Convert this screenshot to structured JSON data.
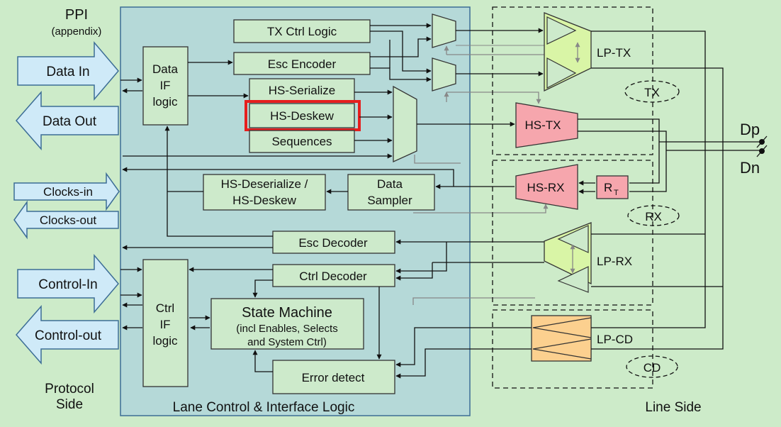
{
  "colors": {
    "background": "#cdebc9",
    "lane_panel": "#b5d9d8",
    "block_fill": "#cdeacb",
    "arrow_fill": "#cfeaf8",
    "lp_buffer": "#d9f5a6",
    "hs_buffer": "#f6a6ad",
    "cd_buffer": "#fcd08f",
    "highlight": "#e61e1e",
    "line": "#111111",
    "feedback_line": "#888888"
  },
  "left": {
    "ppi_title": "PPI",
    "ppi_sub": "(appendix)",
    "data_in": "Data In",
    "data_out": "Data Out",
    "clocks_in": "Clocks-in",
    "clocks_out": "Clocks-out",
    "control_in": "Control-In",
    "control_out": "Control-out",
    "protocol_line1": "Protocol",
    "protocol_line2": "Side"
  },
  "lane": {
    "title": "Lane Control & Interface Logic",
    "data_if": [
      "Data",
      "IF",
      "logic"
    ],
    "ctrl_if": [
      "Ctrl",
      "IF",
      "logic"
    ],
    "tx_ctrl": "TX Ctrl Logic",
    "esc_encoder": "Esc Encoder",
    "hs_serialize": "HS-Serialize",
    "hs_deskew": "HS-Deskew",
    "sequences": "Sequences",
    "hs_deser_1": "HS-Deserialize /",
    "hs_deser_2": "HS-Deskew",
    "sampler_1": "Data",
    "sampler_2": "Sampler",
    "esc_decoder": "Esc Decoder",
    "ctrl_decoder": "Ctrl Decoder",
    "sm_title": "State Machine",
    "sm_line2": "(incl Enables, Selects",
    "sm_line3": "and System Ctrl)",
    "error_detect": "Error detect"
  },
  "line": {
    "lp_tx": "LP-TX",
    "tx": "TX",
    "hs_tx": "HS-TX",
    "hs_rx": "HS-RX",
    "rt": "R",
    "rt_sub": "T",
    "rx": "RX",
    "lp_rx": "LP-RX",
    "lp_cd": "LP-CD",
    "cd": "CD",
    "dp": "Dp",
    "dn": "Dn",
    "line_side": "Line Side"
  }
}
